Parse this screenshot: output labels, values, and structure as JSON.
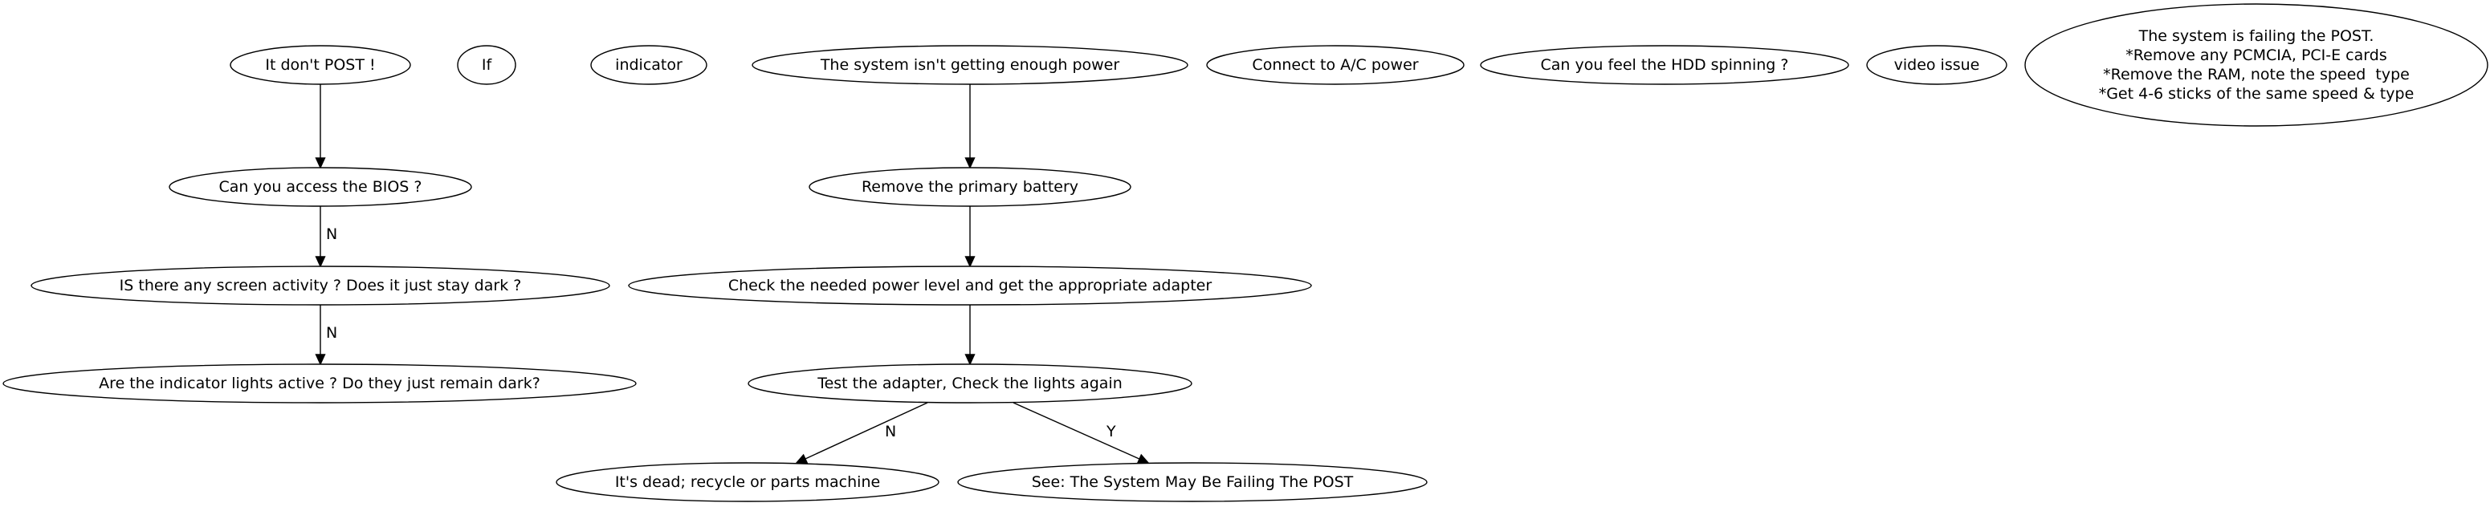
{
  "diagram": {
    "type": "flowchart",
    "nodes": [
      {
        "id": "no_post",
        "label": [
          "It don't POST !"
        ]
      },
      {
        "id": "if",
        "label": [
          "If"
        ]
      },
      {
        "id": "indicator",
        "label": [
          "indicator"
        ]
      },
      {
        "id": "not_enough_power",
        "label": [
          "The system isn't getting enough power"
        ]
      },
      {
        "id": "connect_ac",
        "label": [
          "Connect to A/C power"
        ]
      },
      {
        "id": "hdd_spinning",
        "label": [
          "Can you feel the HDD spinning ?"
        ]
      },
      {
        "id": "video_issue",
        "label": [
          "video issue"
        ]
      },
      {
        "id": "failing_post",
        "label": [
          "The system is failing the POST.",
          "*Remove any PCMCIA, PCI-E cards",
          "*Remove the RAM, note the speed  type",
          "*Get 4-6 sticks of the same speed & type"
        ]
      },
      {
        "id": "access_bios",
        "label": [
          "Can you access the BIOS ?"
        ]
      },
      {
        "id": "remove_battery",
        "label": [
          "Remove the primary battery"
        ]
      },
      {
        "id": "screen_activity",
        "label": [
          "IS there any screen activity ? Does it just stay dark ?"
        ]
      },
      {
        "id": "check_power_level",
        "label": [
          "Check the needed power level and get the appropriate adapter"
        ]
      },
      {
        "id": "indicator_lights",
        "label": [
          "Are the indicator lights active ? Do they just remain dark?"
        ]
      },
      {
        "id": "test_adapter",
        "label": [
          "Test the adapter, Check the lights again"
        ]
      },
      {
        "id": "dead",
        "label": [
          "It's dead; recycle or parts machine"
        ]
      },
      {
        "id": "see_failing_post",
        "label": [
          "See: The System May Be Failing The POST"
        ]
      }
    ],
    "edges": [
      {
        "from": "no_post",
        "to": "access_bios",
        "label": ""
      },
      {
        "from": "access_bios",
        "to": "screen_activity",
        "label": "N"
      },
      {
        "from": "screen_activity",
        "to": "indicator_lights",
        "label": "N"
      },
      {
        "from": "not_enough_power",
        "to": "remove_battery",
        "label": ""
      },
      {
        "from": "remove_battery",
        "to": "check_power_level",
        "label": ""
      },
      {
        "from": "check_power_level",
        "to": "test_adapter",
        "label": ""
      },
      {
        "from": "test_adapter",
        "to": "dead",
        "label": "N"
      },
      {
        "from": "test_adapter",
        "to": "see_failing_post",
        "label": "Y"
      }
    ]
  }
}
